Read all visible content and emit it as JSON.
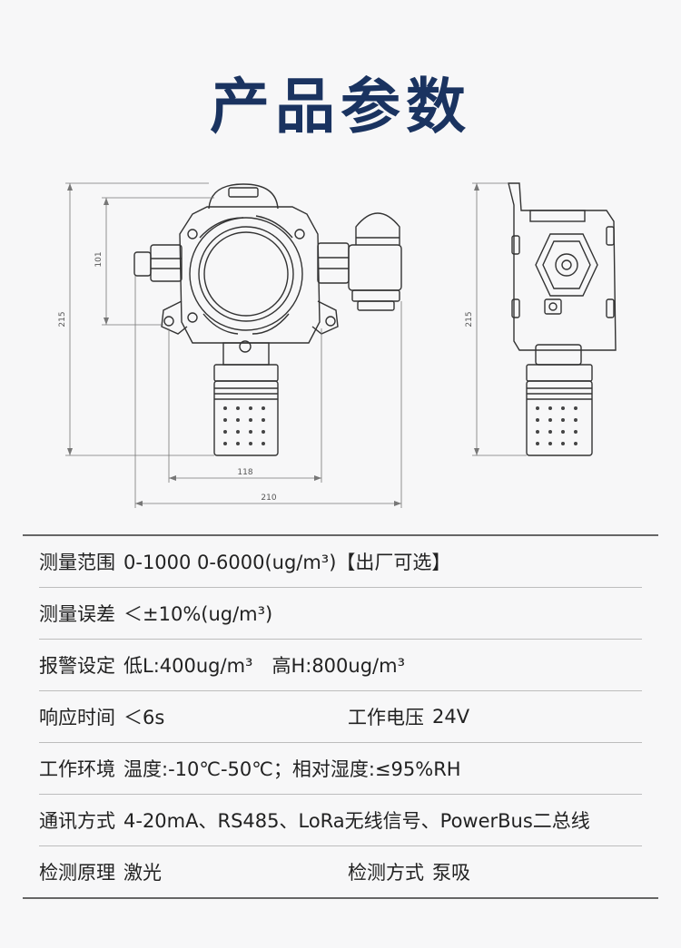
{
  "page": {
    "title": "产品参数"
  },
  "dimensions": {
    "front_height_total": "215",
    "front_height_inner": "101",
    "front_width_body": "118",
    "front_width_total": "210",
    "side_height_total": "215"
  },
  "specs": {
    "range": {
      "label": "测量范围",
      "value": "0-1000 0-6000(ug/m³)【出厂可选】"
    },
    "error": {
      "label": "测量误差",
      "value": "＜±10%(ug/m³)"
    },
    "alarm": {
      "label": "报警设定",
      "value": "低L:400ug/m³　高H:800ug/m³"
    },
    "response": {
      "label": "响应时间",
      "value": "＜6s"
    },
    "voltage": {
      "label": "工作电压",
      "value": "24V"
    },
    "environment": {
      "label": "工作环境",
      "value": "温度:-10℃-50℃；相对湿度:≤95%RH"
    },
    "comm": {
      "label": "通讯方式",
      "value": "4-20mA、RS485、LoRa无线信号、PowerBus二总线"
    },
    "principle": {
      "label": "检测原理",
      "value": "激光"
    },
    "sampling": {
      "label": "检测方式",
      "value": "泵吸"
    }
  }
}
